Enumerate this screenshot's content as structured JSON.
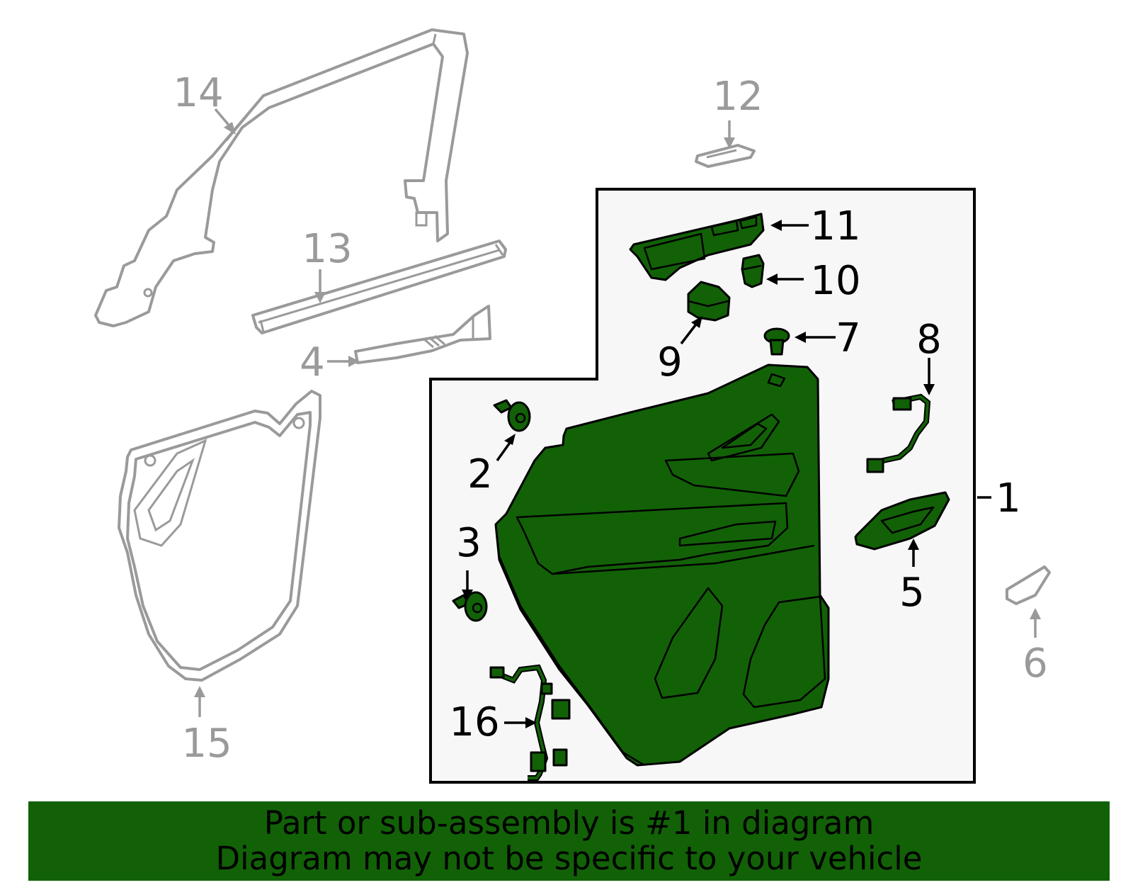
{
  "callouts": {
    "c1": "1",
    "c2": "2",
    "c3": "3",
    "c4": "4",
    "c5": "5",
    "c6": "6",
    "c7": "7",
    "c8": "8",
    "c9": "9",
    "c10": "10",
    "c11": "11",
    "c12": "12",
    "c13": "13",
    "c14": "14",
    "c15": "15",
    "c16": "16"
  },
  "banner": {
    "line1": "Part or sub-assembly is #1 in diagram",
    "line2": "Diagram may not be specific to your vehicle"
  },
  "colors": {
    "highlight": "#126107",
    "ghost_part": "#9a9a9a",
    "assembly_box_fill": "#f7f7f7"
  }
}
